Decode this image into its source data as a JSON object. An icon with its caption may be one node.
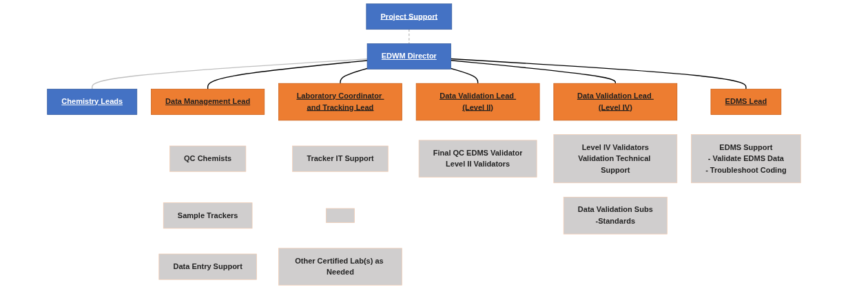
{
  "diagram": {
    "nodes": [
      {
        "text": [
          "Project Support"
        ]
      },
      {
        "text": [
          "EDWM Director"
        ]
      },
      {
        "text": [
          "Chemistry Leads"
        ]
      },
      {
        "text": [
          "Data Management Lead"
        ]
      },
      {
        "text": [
          "Laboratory Coordinator and Tracking Lead"
        ]
      },
      {
        "text": [
          "Data Validation Lead (Level II)"
        ]
      },
      {
        "text": [
          "Data Validation Lead (Level IV)"
        ]
      },
      {
        "text": [
          "EDMS Lead"
        ]
      },
      {
        "text": [
          "QC Chemists"
        ]
      },
      {
        "text": [
          "Sample Trackers"
        ]
      },
      {
        "text": [
          "Data Entry Support"
        ]
      },
      {
        "text": [
          "Tracker IT Support"
        ]
      },
      {
        "text": [],
        "shape": "box"
      },
      {
        "text": [
          "Other Certified Lab(s) as Needed"
        ]
      },
      {
        "text": [
          "Final QC EDMS Validator",
          "Level II Validators"
        ]
      },
      {
        "text": [
          "Level IV Validators",
          "Validation Technical Support"
        ]
      },
      {
        "text": [
          "Data Validation Subs",
          "-Standards"
        ]
      },
      {
        "text": [
          "EDMS Support",
          "- Validate EDMS Data",
          "- Troubleshoot Coding"
        ]
      }
    ],
    "edges": [
      {
        "from": 0,
        "to": 1,
        "arrow": "none",
        "style": "dashed",
        "color": "#bfbfbf"
      },
      {
        "from": 1,
        "to": 2,
        "arrow": "none",
        "color": "#bfbfbf"
      },
      {
        "from": 1,
        "to": 3,
        "arrow": "none"
      },
      {
        "from": 1,
        "to": 4,
        "arrow": "none"
      },
      {
        "from": 1,
        "to": 5,
        "arrow": "none"
      },
      {
        "from": 1,
        "to": 6,
        "arrow": "none"
      },
      {
        "from": 1,
        "to": 7,
        "arrow": "none"
      }
    ]
  }
}
